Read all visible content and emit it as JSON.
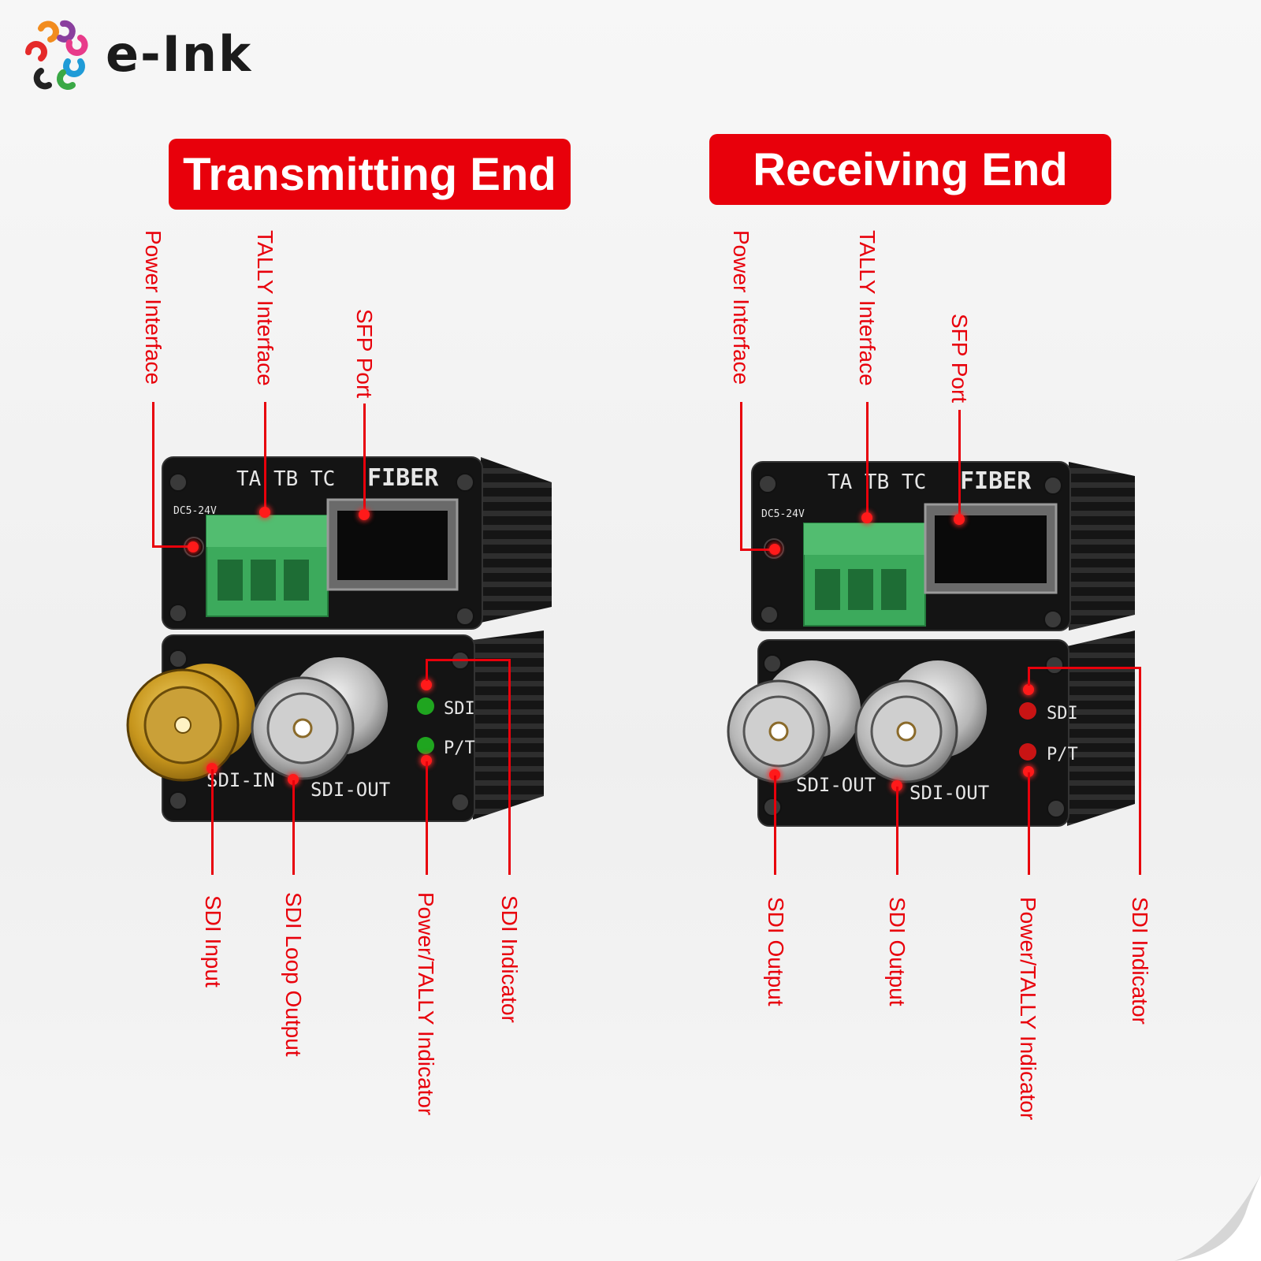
{
  "brand": {
    "name": "e-Ink"
  },
  "transmitting": {
    "title": "Transmitting End",
    "callouts": {
      "power_interface": "Power Interface",
      "tally_interface": "TALLY Interface",
      "sfp_port": "SFP Port",
      "sdi_input": "SDI Input",
      "sdi_loop_output": "SDI Loop Output",
      "power_tally_indicator": "Power/TALLY Indicator",
      "sdi_indicator": "SDI Indicator"
    },
    "panel": {
      "terminal_labels": "TA TB TC",
      "fiber": "FIBER",
      "dc": "DC5-24V",
      "bnc1": "SDI-IN",
      "bnc2": "SDI-OUT",
      "led1": "SDI",
      "led2": "P/T"
    },
    "led_color": "#1fa51f"
  },
  "receiving": {
    "title": "Receiving End",
    "callouts": {
      "power_interface": "Power Interface",
      "tally_interface": "TALLY Interface",
      "sfp_port": "SFP Port",
      "sdi_output_1": "SDI Output",
      "sdi_output_2": "SDI Output",
      "power_tally_indicator": "Power/TALLY Indicator",
      "sdi_indicator": "SDI Indicator"
    },
    "panel": {
      "terminal_labels": "TA TB TC",
      "fiber": "FIBER",
      "dc": "DC5-24V",
      "bnc1": "SDI-OUT",
      "bnc2": "SDI-OUT",
      "led1": "SDI",
      "led2": "P/T"
    },
    "led_color": "#c81414"
  },
  "colors": {
    "accent": "#e8000b",
    "terminal": "#3caa5c",
    "enclosure": "#141414"
  }
}
